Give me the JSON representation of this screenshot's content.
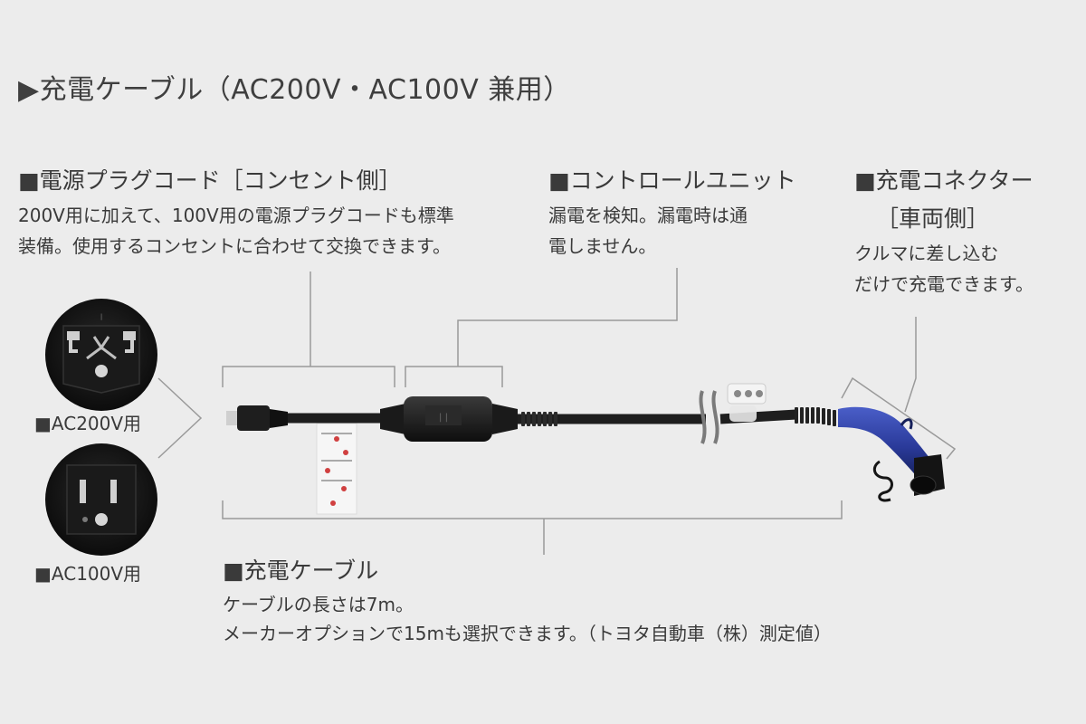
{
  "title": "▶充電ケーブル（AC200V・AC100V 兼用）",
  "sections": {
    "plug_cord": {
      "heading": "■電源プラグコード［コンセント側］",
      "lines": [
        "200V用に加えて、100V用の電源プラグコードも標準",
        "装備。使用するコンセントに合わせて交換できます。"
      ]
    },
    "control_unit": {
      "heading": "■コントロールユニット",
      "lines": [
        "漏電を検知。漏電時は通",
        "電しません。"
      ]
    },
    "connector": {
      "heading_line1": "■充電コネクター",
      "heading_line2": "［車両側］",
      "lines": [
        "クルマに差し込む",
        "だけで充電できます。"
      ]
    },
    "cable": {
      "heading": "■充電ケーブル",
      "lines": [
        "ケーブルの長さは7m。",
        "メーカーオプションで15mも選択できます。（トヨタ自動車（株）測定値）"
      ]
    }
  },
  "plugs": {
    "ac200_label": "■AC200V用",
    "ac100_label": "■AC100V用"
  },
  "colors": {
    "background": "#ececec",
    "text": "#3a3a3a",
    "bracket_line": "#9a9a9a",
    "connector_blue": "#2a3a9a",
    "cable_black": "#1e1e1e"
  }
}
